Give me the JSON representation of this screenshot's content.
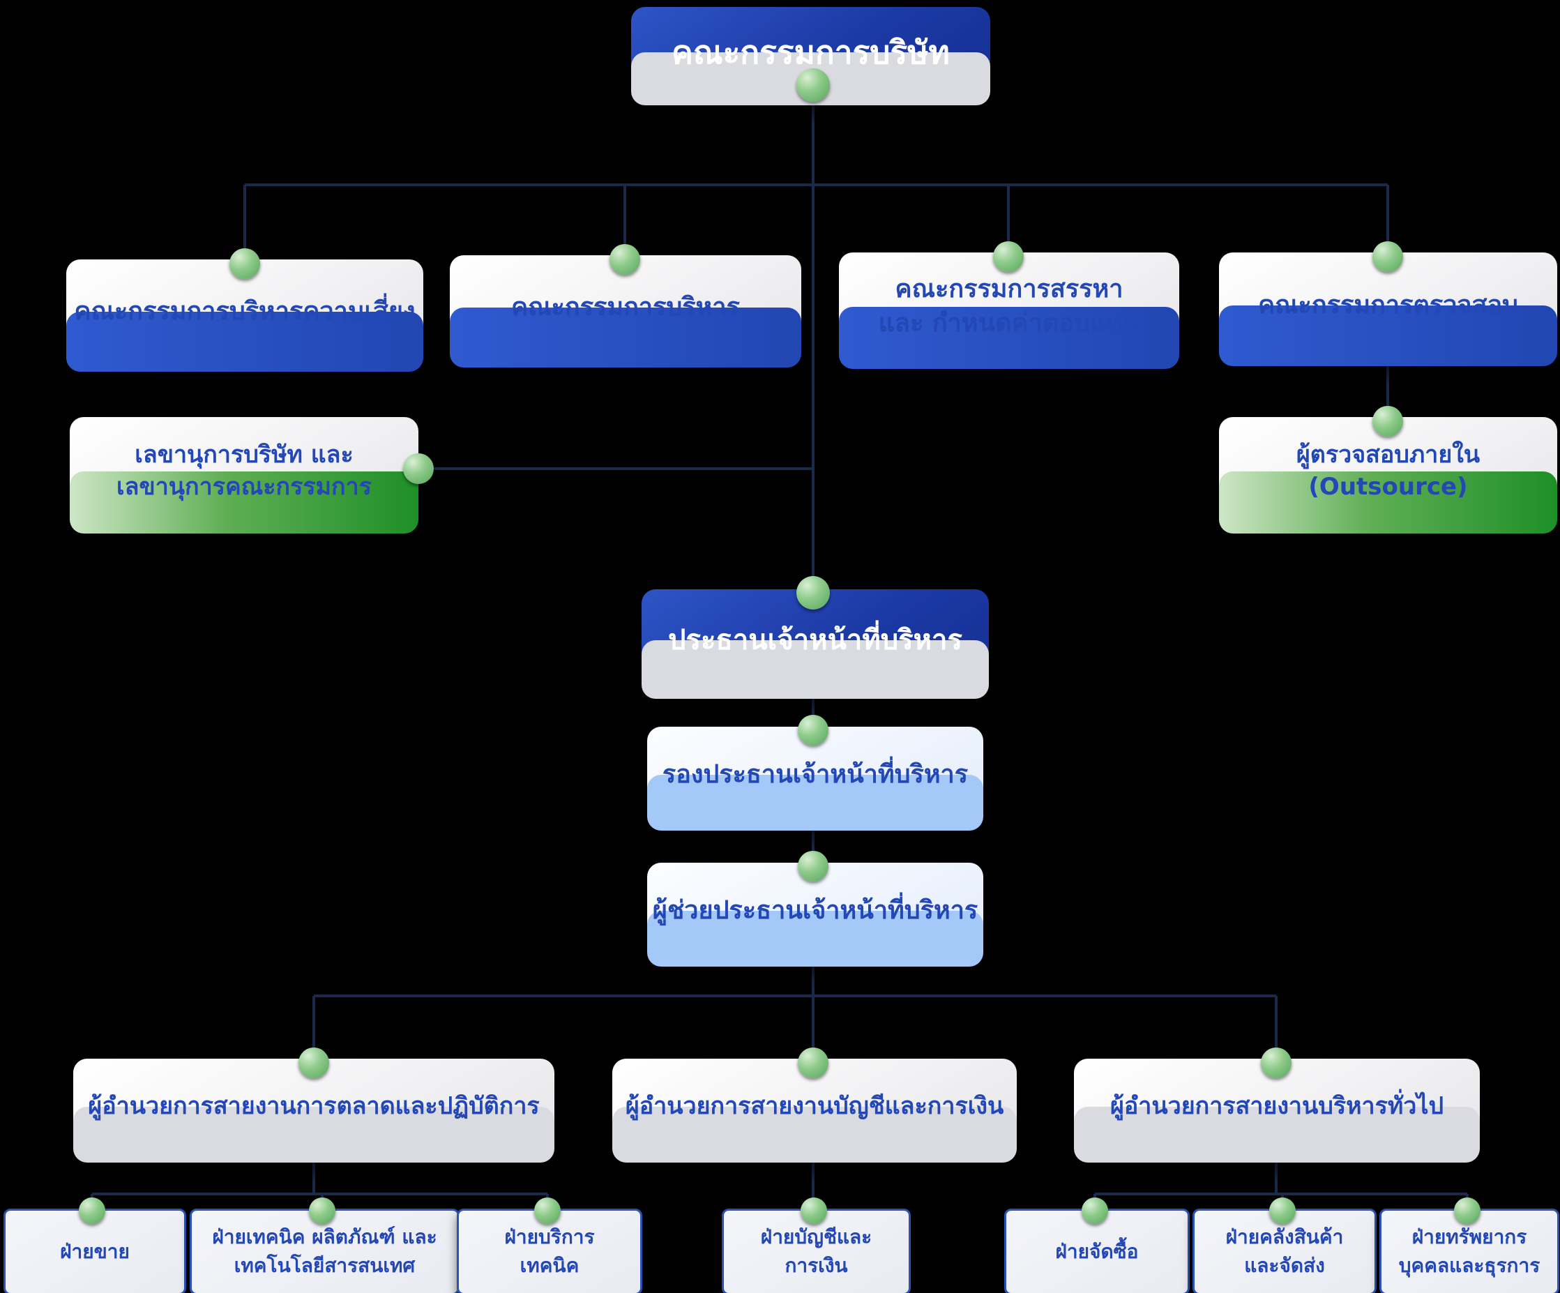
{
  "nodes": {
    "board": {
      "lines": [
        "คณะกรรมการบริษัท"
      ]
    },
    "risk_committee": {
      "lines": [
        "คณะกรรมการบริหารความเสี่ยง"
      ]
    },
    "executive_committee": {
      "lines": [
        "คณะกรรมการบริหาร"
      ]
    },
    "nomination_committee": {
      "lines": [
        "คณะกรรมการสรรหา",
        "และ กำหนดค่าตอบแทน"
      ]
    },
    "audit_committee": {
      "lines": [
        "คณะกรรมการตรวจสอบ"
      ]
    },
    "company_secretary": {
      "lines": [
        "เลขานุการบริษัท และ",
        "เลขานุการคณะกรรมการ"
      ]
    },
    "internal_auditor": {
      "lines": [
        "ผู้ตรวจสอบภายใน",
        "(Outsource)"
      ]
    },
    "ceo": {
      "lines": [
        "ประธานเจ้าหน้าที่บริหาร"
      ]
    },
    "deputy_ceo": {
      "lines": [
        "รองประธานเจ้าหน้าที่บริหาร"
      ]
    },
    "assistant_ceo": {
      "lines": [
        "ผู้ช่วยประธานเจ้าหน้าที่บริหาร"
      ]
    },
    "director_marketing_operations": {
      "lines": [
        "ผู้อำนวยการสายงานการตลาดและปฏิบัติการ"
      ]
    },
    "director_accounting_finance": {
      "lines": [
        "ผู้อำนวยการสายงานบัญชีและการเงิน"
      ]
    },
    "director_general_admin": {
      "lines": [
        "ผู้อำนวยการสายงานบริหารทั่วไป"
      ]
    },
    "dept_sales": {
      "lines": [
        "ฝ่ายขาย"
      ]
    },
    "dept_technical_product_it": {
      "lines": [
        "ฝ่ายเทคนิค ผลิตภัณฑ์ และ",
        "เทคโนโลยีสารสนเทศ"
      ]
    },
    "dept_technical_service": {
      "lines": [
        "ฝ่ายบริการ",
        "เทคนิค"
      ]
    },
    "dept_accounting_finance": {
      "lines": [
        "ฝ่ายบัญชีและ",
        "การเงิน"
      ]
    },
    "dept_purchasing": {
      "lines": [
        "ฝ่ายจัดซื้อ"
      ]
    },
    "dept_warehouse_delivery": {
      "lines": [
        "ฝ่ายคลังสินค้า",
        "และจัดส่ง"
      ]
    },
    "dept_hr_admin": {
      "lines": [
        "ฝ่ายทรัพยากร",
        "บุคคลและธุรการ"
      ]
    }
  },
  "colors": {
    "executive_box_blue": "#1c3aa5",
    "label_text_blue": "#2347b4",
    "committee_lip_blue": "#2b55cc",
    "secretary_lip_green": "#1e8f27",
    "vice_lip_light_blue": "#a4c8f8",
    "neutral_lip_gray": "#d9dbe1",
    "department_border_blue": "#2b53b7",
    "connector_line_navy": "#1b2a4a",
    "connector_dot_green": "#6db96f",
    "page_background": "#000000"
  }
}
